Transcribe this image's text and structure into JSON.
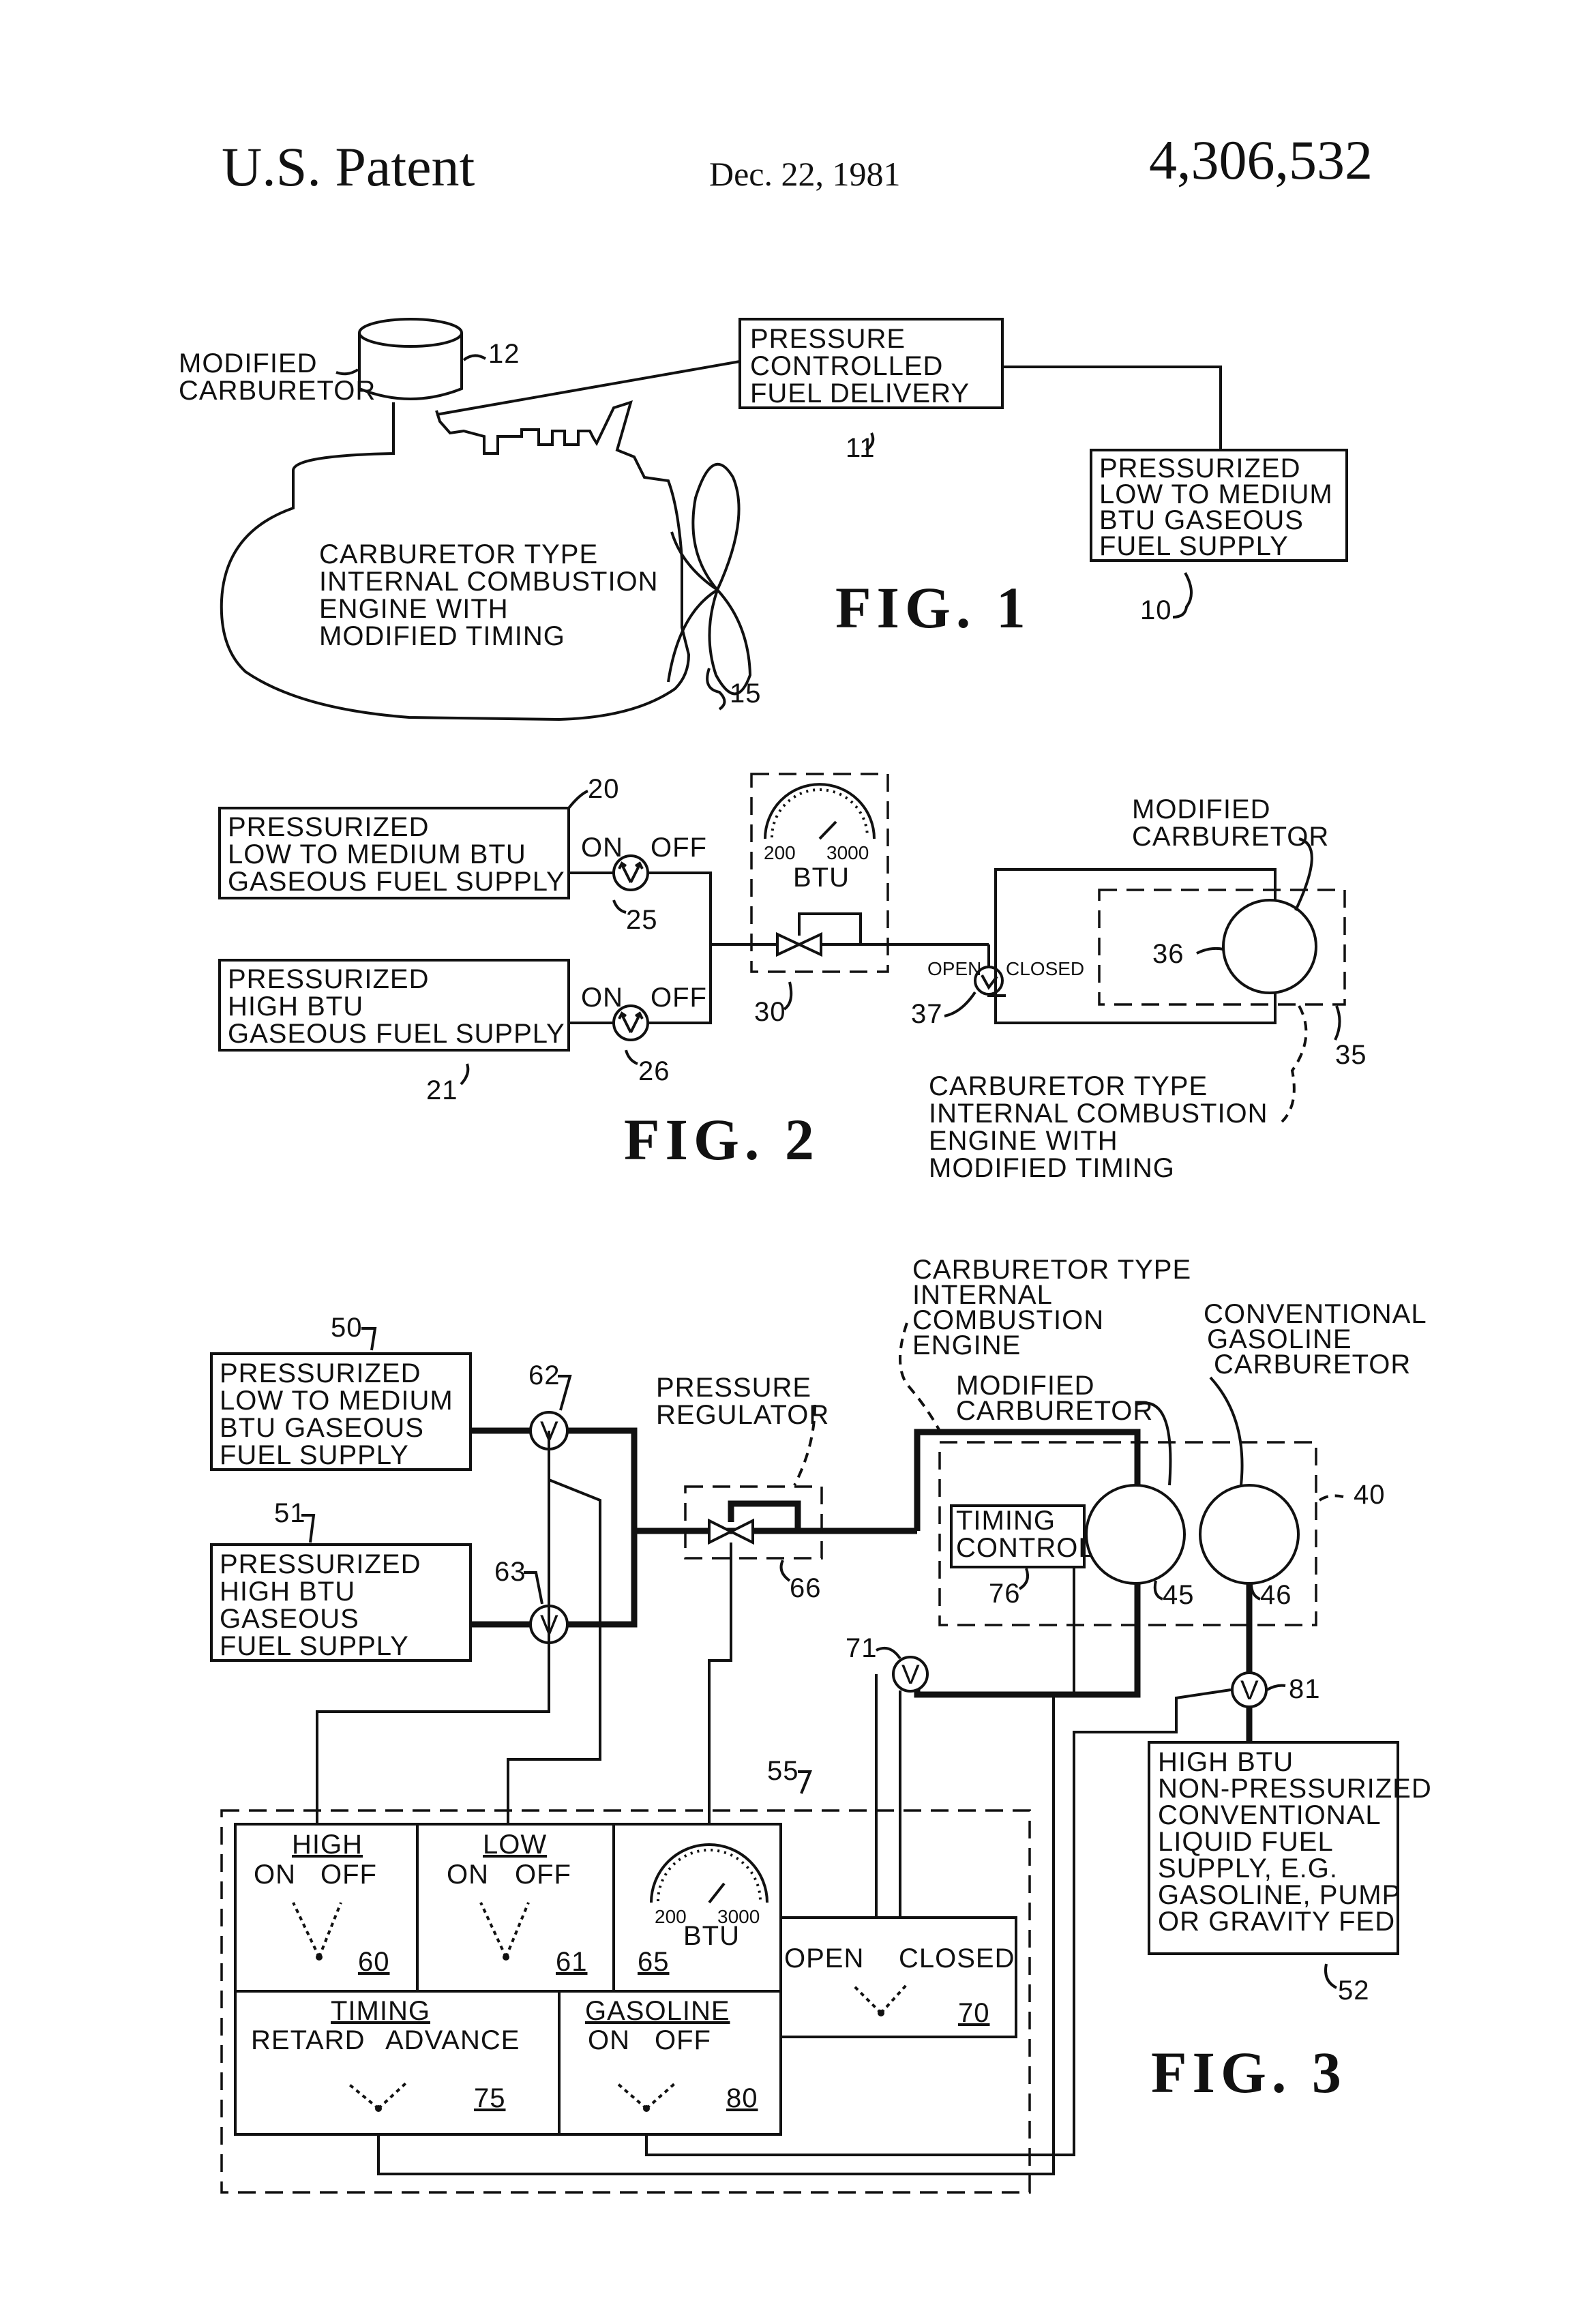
{
  "header": {
    "patent_label": "U.S. Patent",
    "date": "Dec. 22, 1981",
    "patent_number": "4,306,532"
  },
  "fig1": {
    "caption": "FIG. 1",
    "carburetor_label": [
      "MODIFIED",
      "CARBURETOR"
    ],
    "engine_label": [
      "CARBURETOR TYPE",
      "INTERNAL COMBUSTION",
      "ENGINE WITH",
      "MODIFIED TIMING"
    ],
    "delivery_label": [
      "PRESSURE",
      "CONTROLLED",
      "FUEL DELIVERY"
    ],
    "supply_label": [
      "PRESSURIZED",
      "LOW TO MEDIUM",
      "BTU GASEOUS",
      "FUEL SUPPLY"
    ],
    "refs": {
      "carburetor": "12",
      "delivery": "11",
      "supply": "10",
      "engine": "15"
    }
  },
  "fig2": {
    "caption": "FIG. 2",
    "supply_low_label": [
      "PRESSURIZED",
      "LOW TO MEDIUM BTU",
      "GASEOUS FUEL SUPPLY"
    ],
    "supply_high_label": [
      "PRESSURIZED",
      "HIGH BTU",
      "GASEOUS FUEL SUPPLY"
    ],
    "on": "ON",
    "off": "OFF",
    "gauge_min": "200",
    "gauge_max": "3000",
    "gauge_unit": "BTU",
    "valve_open": "OPEN",
    "valve_closed": "CLOSED",
    "carburetor_label": [
      "MODIFIED",
      "CARBURETOR"
    ],
    "engine_label": [
      "CARBURETOR TYPE",
      "INTERNAL COMBUSTION",
      "ENGINE WITH",
      "MODIFIED TIMING"
    ],
    "refs": {
      "low_supply": "20",
      "high_supply": "21",
      "low_switch": "25",
      "high_switch": "26",
      "regulator": "30",
      "carburetor": "36",
      "valve": "37",
      "engine": "35"
    }
  },
  "fig3": {
    "caption": "FIG. 3",
    "supply_low_label": [
      "PRESSURIZED",
      "LOW TO MEDIUM",
      "BTU GASEOUS",
      "FUEL SUPPLY"
    ],
    "supply_high_label": [
      "PRESSURIZED",
      "HIGH BTU",
      "GASEOUS",
      "FUEL SUPPLY"
    ],
    "valve_symbol": "V",
    "regulator_label": [
      "PRESSURE",
      "REGULATOR"
    ],
    "engine_label": [
      "CARBURETOR TYPE",
      "INTERNAL",
      "COMBUSTION",
      "ENGINE"
    ],
    "modified_carb_label": [
      "MODIFIED",
      "CARBURETOR"
    ],
    "conventional_carb_label": [
      "CONVENTIONAL",
      "GASOLINE",
      "CARBURETOR"
    ],
    "timing_control_label": [
      "TIMING",
      "CONTROL"
    ],
    "liquid_supply_label": [
      "HIGH BTU",
      "NON-PRESSURIZED",
      "CONVENTIONAL",
      "LIQUID FUEL",
      "SUPPLY, E.G.",
      "GASOLINE, PUMP",
      "OR GRAVITY FED"
    ],
    "panel": {
      "high_title": "HIGH",
      "low_title": "LOW",
      "on": "ON",
      "off": "OFF",
      "gauge_min": "200",
      "gauge_max": "3000",
      "gauge_unit": "BTU",
      "open": "OPEN",
      "closed": "CLOSED",
      "timing_title": "TIMING",
      "retard": "RETARD",
      "advance": "ADVANCE",
      "gasoline_title": "GASOLINE",
      "refs": {
        "high": "60",
        "low": "61",
        "gauge": "65",
        "valve": "70",
        "timing": "75",
        "gasoline": "80"
      }
    },
    "refs": {
      "low_supply": "50",
      "high_supply": "51",
      "valve_low": "62",
      "valve_high": "63",
      "regulator": "66",
      "valve_carb": "71",
      "timing_control": "76",
      "modified_carb": "45",
      "conventional_carb": "46",
      "engine": "40",
      "valve_liquid": "81",
      "liquid_supply": "52",
      "panel": "55"
    }
  }
}
